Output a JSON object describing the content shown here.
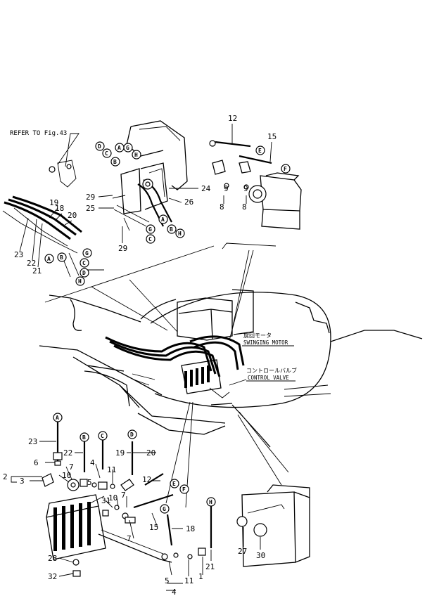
{
  "refer_note": "REFER TO Fig.43",
  "labels": {
    "motor_jp": "旋回モータ",
    "motor_en": "SWINGING MOTOR",
    "valve_jp": "コントロールバルブ",
    "valve_en": "CONTROL VALVE"
  },
  "callouts": {
    "upper_right": [
      "12",
      "15",
      "9",
      "8",
      "9",
      "8"
    ],
    "upper_mid": [
      "29",
      "24",
      "25",
      "26",
      "29"
    ],
    "upper_left": [
      "19",
      "18",
      "20",
      "23",
      "22",
      "21"
    ],
    "lower": [
      "23",
      "6",
      "22",
      "19",
      "20",
      "2",
      "3",
      "7",
      "10",
      "4",
      "5",
      "11",
      "12",
      "31",
      "7",
      "10",
      "15",
      "7",
      "18",
      "28",
      "32",
      "5",
      "4",
      "11",
      "1",
      "21",
      "27",
      "30"
    ]
  },
  "circled_letters": [
    "A",
    "B",
    "C",
    "D",
    "E",
    "F",
    "G",
    "H"
  ]
}
